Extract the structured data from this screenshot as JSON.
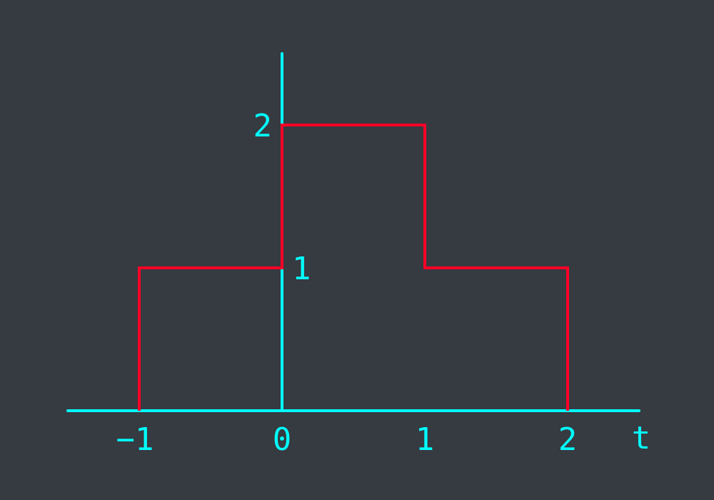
{
  "colors": {
    "background": "#363a41",
    "axis": "#00ffff",
    "signal": "#ff0028"
  },
  "chart_data": {
    "type": "line",
    "step": true,
    "xlabel": "t",
    "ylabel": "",
    "xlim": [
      -1.5,
      2.5
    ],
    "ylim": [
      0,
      2.5
    ],
    "grid": false,
    "x_ticks": [
      {
        "value": -1,
        "label": "−1"
      },
      {
        "value": 0,
        "label": "0"
      },
      {
        "value": 1,
        "label": "1"
      },
      {
        "value": 2,
        "label": "2"
      }
    ],
    "y_ticks": [
      {
        "value": 1,
        "label": "1"
      },
      {
        "value": 2,
        "label": "2"
      }
    ],
    "series": [
      {
        "x": [
          -1,
          -1,
          0,
          0,
          1,
          1,
          2,
          2
        ],
        "y": [
          0,
          1,
          1,
          2,
          2,
          1,
          1,
          0
        ]
      }
    ]
  }
}
